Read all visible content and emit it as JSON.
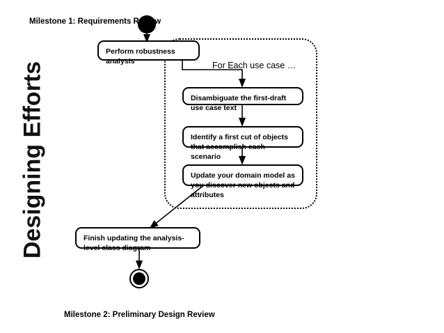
{
  "diagram": {
    "lane_title": "Designing Efforts",
    "milestone_top": "Milestone 1: Requirements Review",
    "milestone_bottom": "Milestone 2: Preliminary Design Review",
    "region_note": "For Each use case …",
    "nodes": {
      "start": "start-node",
      "end": "end-node",
      "activity_1": "Perform robustness analysis",
      "activity_2": "Disambiguate the first-draft use case text",
      "activity_3": "Identify a first cut of objects that accomplish each scenario",
      "activity_4": "Update your domain model as you discover new objects and attributes",
      "activity_5": "Finish updating the analysis-level class diagram"
    },
    "colors": {
      "stroke": "#000000",
      "fill": "#ffffff",
      "text": "#000000"
    }
  }
}
